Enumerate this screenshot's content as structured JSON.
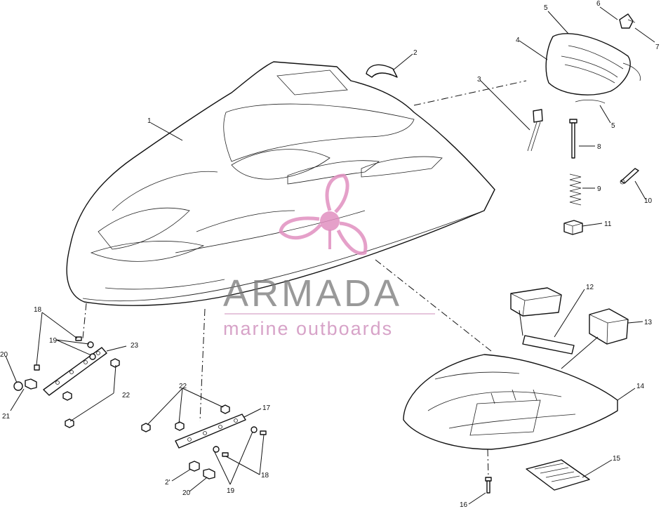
{
  "watermark": {
    "brand": "ARMADA",
    "tagline": "marine outboards",
    "logo_colors": {
      "pink": "#e08fc0",
      "gray": "#777777"
    }
  },
  "callouts": {
    "c1": "1",
    "c2": "2",
    "c3": "3",
    "c4": "4",
    "c5a": "5",
    "c5b": "5",
    "c6": "6",
    "c7": "7",
    "c8": "8",
    "c9": "9",
    "c10": "10",
    "c11": "11",
    "c12": "12",
    "c13": "13",
    "c14": "14",
    "c15": "15",
    "c16": "16",
    "c17": "17",
    "c18a": "18",
    "c18b": "18",
    "c19a": "19",
    "c19b": "19",
    "c20a": "20",
    "c20b": "20",
    "c21a": "21",
    "c21b": "2'",
    "c22a": "22",
    "c22b": "22",
    "c23": "23"
  }
}
